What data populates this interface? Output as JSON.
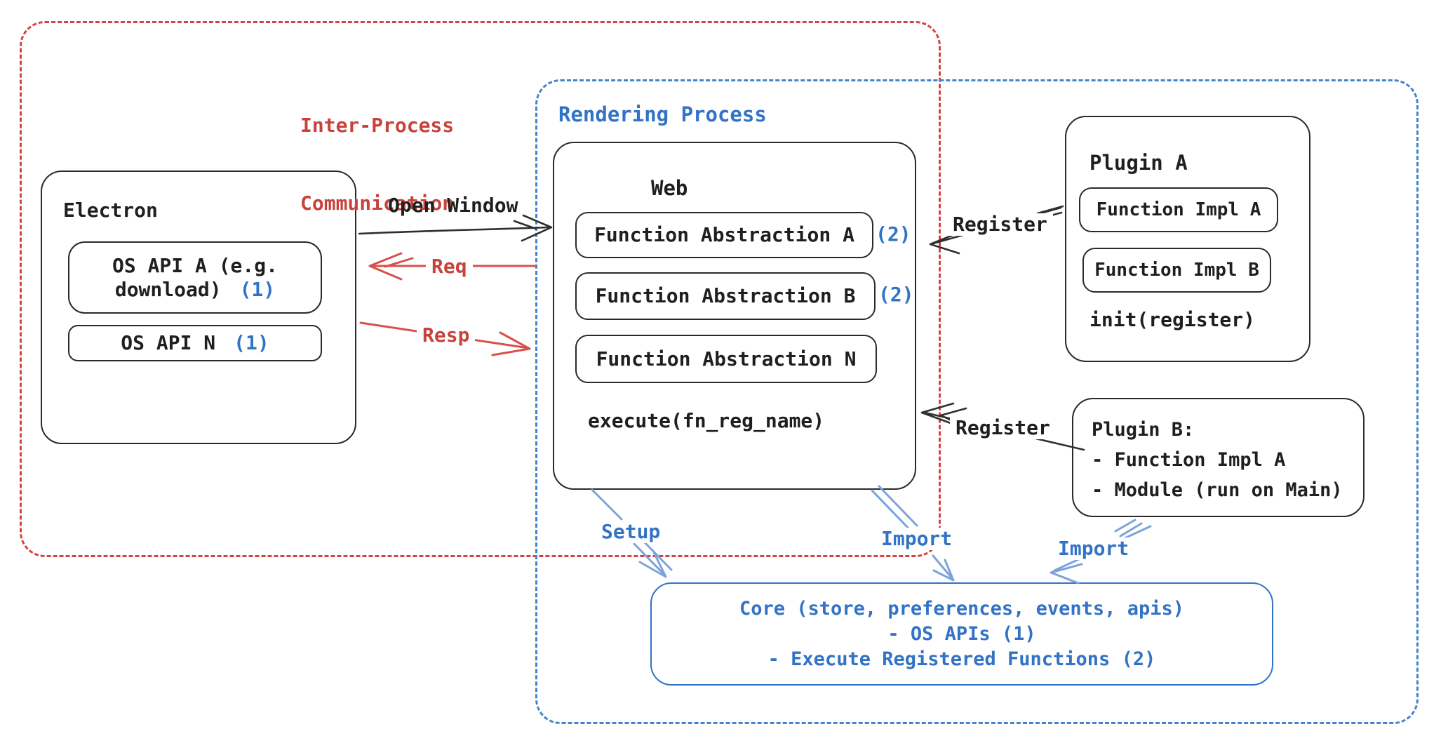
{
  "colors": {
    "red": "#d0453f",
    "red_text": "#c8423c",
    "blue": "#3273c5",
    "blue_dash": "#4584cb",
    "arrow_blue": "#7ba3dc",
    "black": "#2a2a2a"
  },
  "regions": {
    "ipc": {
      "label_line1": "Inter-Process",
      "label_line2": "Communication"
    },
    "rendering": {
      "label": "Rendering Process"
    }
  },
  "electron": {
    "title": "Electron",
    "os_api_a_line1": "OS API A (e.g.",
    "os_api_a_line2": "download)",
    "os_api_a_num": "(1)",
    "os_api_n": "OS API N",
    "os_api_n_num": "(1)"
  },
  "web": {
    "title": "Web",
    "fn_abs_a": "Function Abstraction A",
    "fn_abs_a_num": "(2)",
    "fn_abs_b": "Function Abstraction B",
    "fn_abs_b_num": "(2)",
    "fn_abs_n": "Function Abstraction N",
    "execute": "execute(fn_reg_name)"
  },
  "plugin_a": {
    "title": "Plugin A",
    "impl_a": "Function Impl A",
    "impl_b": "Function Impl B",
    "init": "init(register)"
  },
  "plugin_b": {
    "line1": "Plugin B:",
    "line2": "- Function Impl A",
    "line3": "- Module (run on Main)"
  },
  "core": {
    "line1": "Core (store, preferences, events, apis)",
    "line2": "- OS APIs (1)",
    "line3": "- Execute Registered Functions (2)"
  },
  "arrows": {
    "open_window": "Open Window",
    "req": "Req",
    "resp": "Resp",
    "register_top": "Register",
    "register_bottom": "Register",
    "setup": "Setup",
    "import_web": "Import",
    "import_plugin": "Import"
  }
}
